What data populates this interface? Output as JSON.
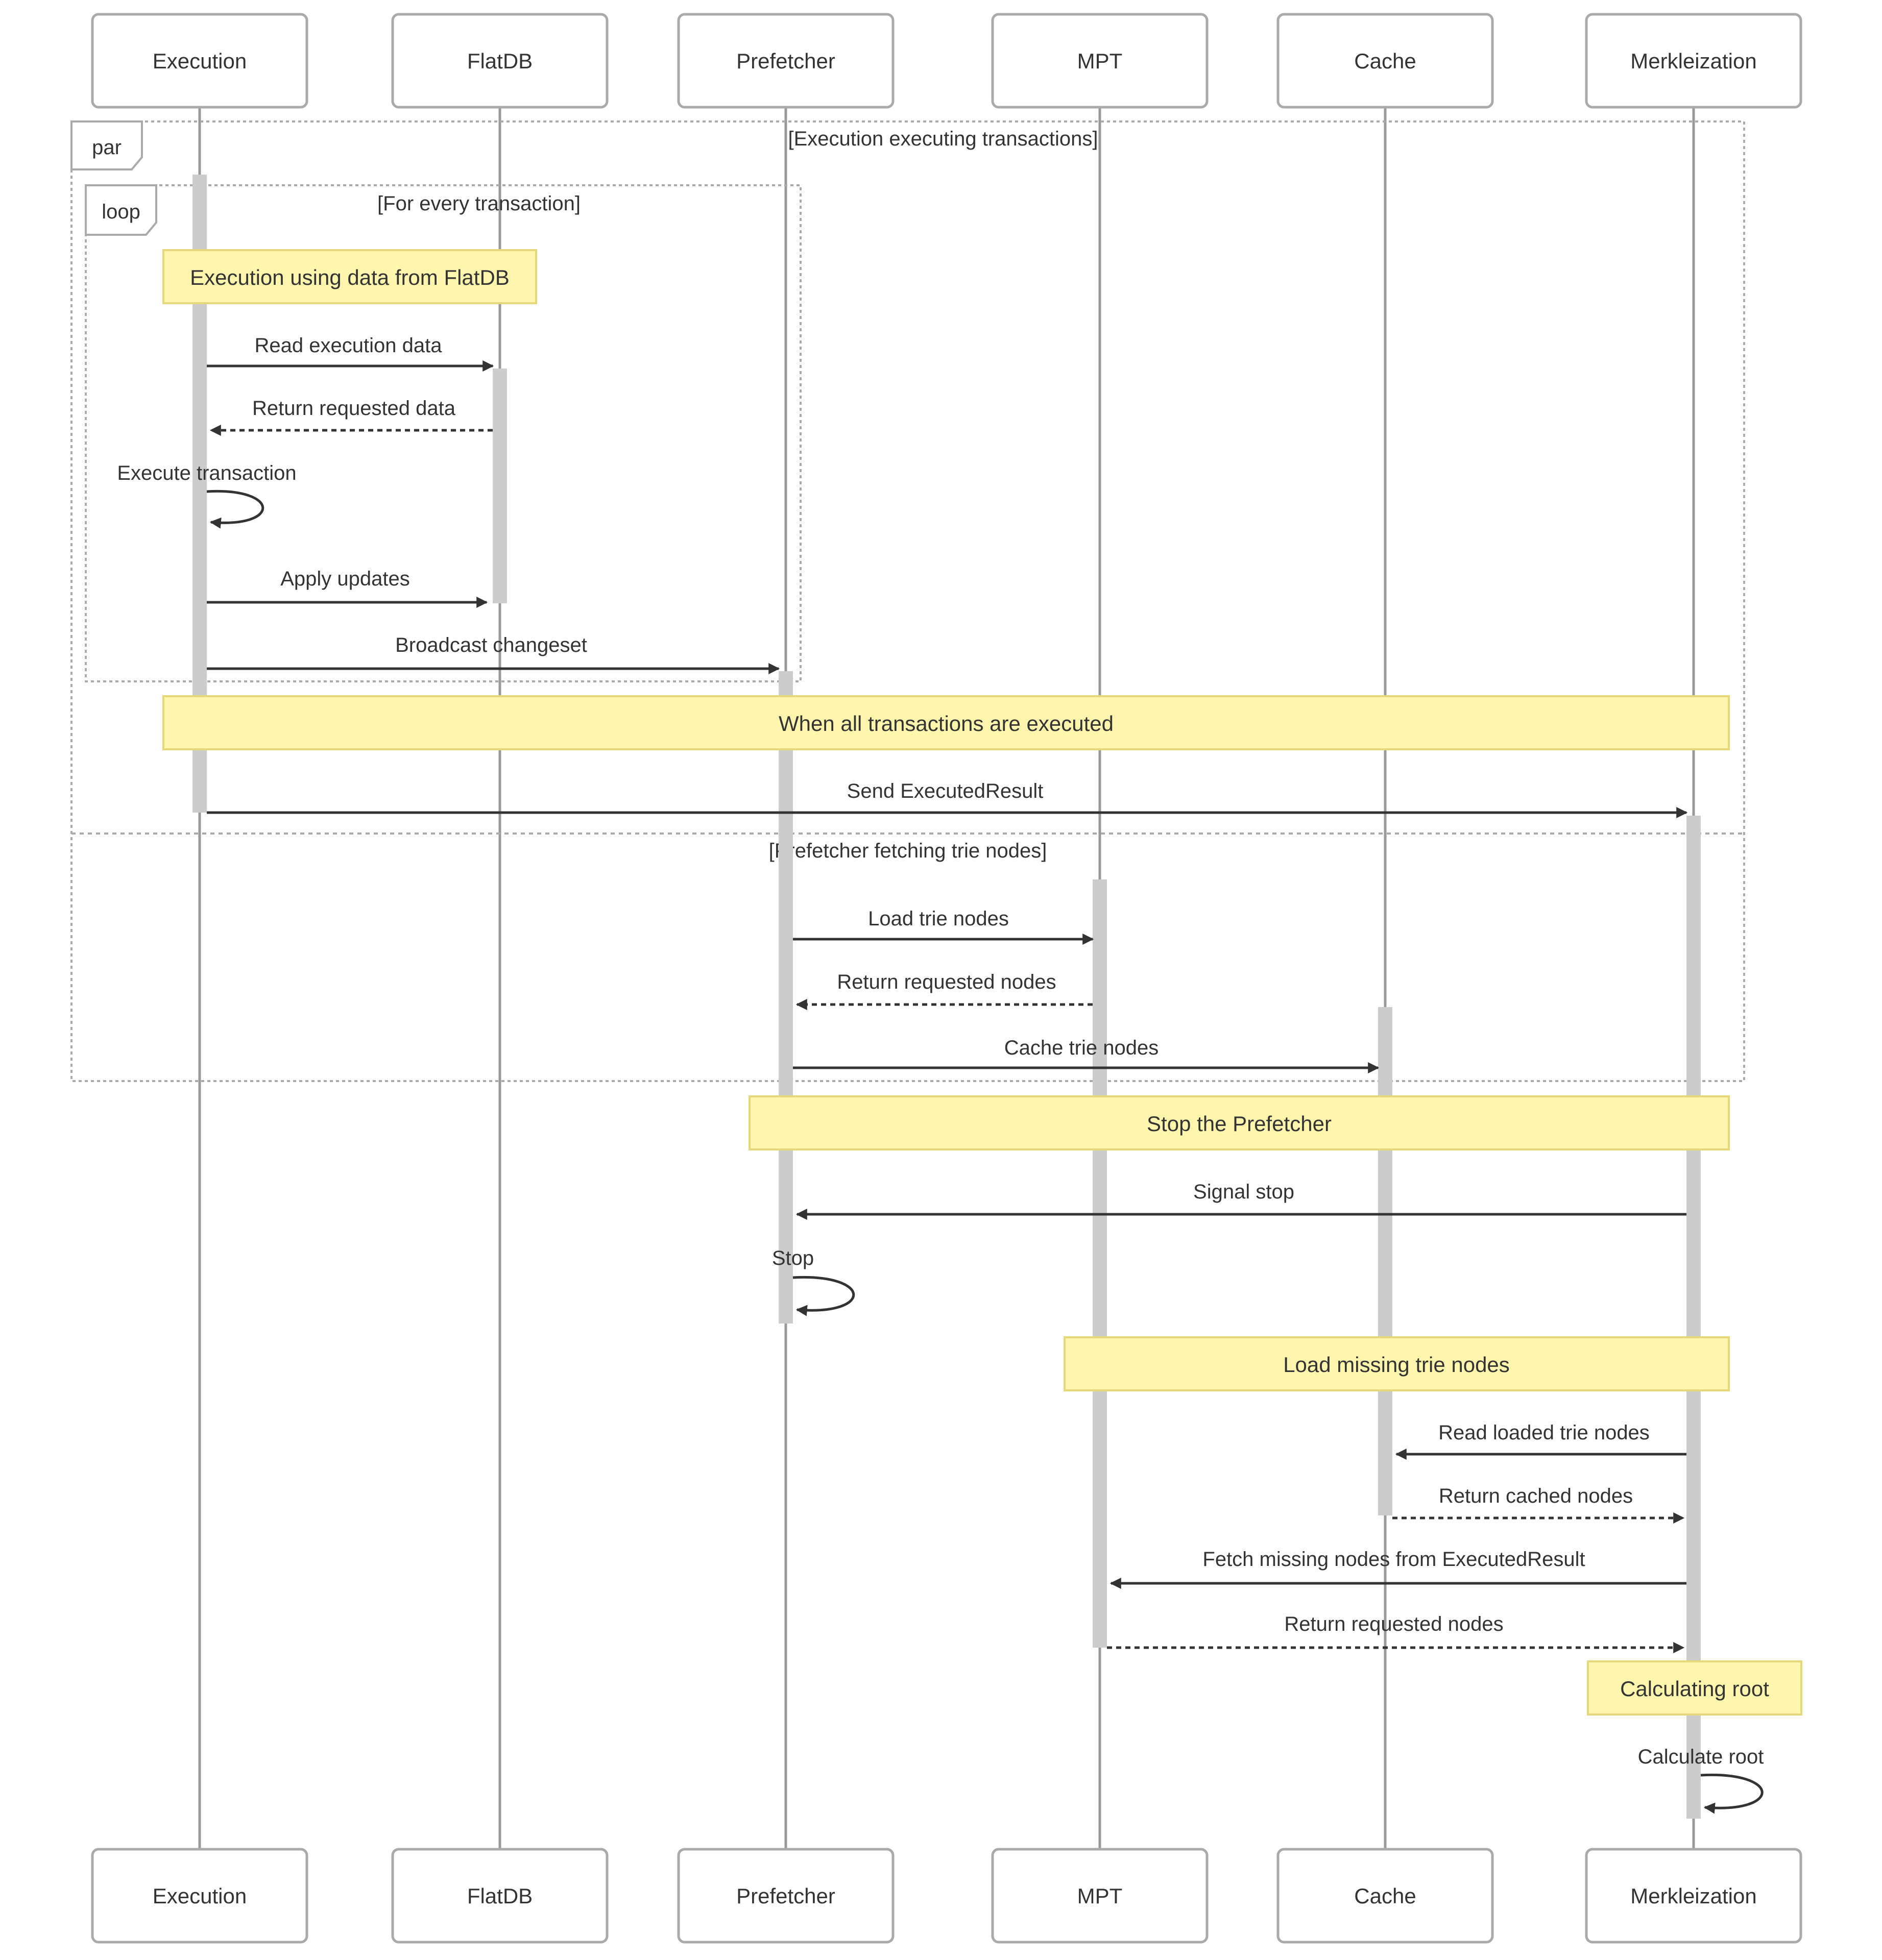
{
  "participants": [
    {
      "id": "exec",
      "label": "Execution"
    },
    {
      "id": "flat",
      "label": "FlatDB"
    },
    {
      "id": "pref",
      "label": "Prefetcher"
    },
    {
      "id": "mpt",
      "label": "MPT"
    },
    {
      "id": "cache",
      "label": "Cache"
    },
    {
      "id": "merk",
      "label": "Merkleization"
    }
  ],
  "fragments": [
    {
      "id": "par",
      "keyword": "par",
      "sections": [
        "[Execution executing transactions]",
        "[Prefetcher fetching trie nodes]"
      ]
    },
    {
      "id": "loop",
      "keyword": "loop",
      "sections": [
        "[For every transaction]"
      ]
    }
  ],
  "notes": [
    {
      "id": "n1",
      "text": "Execution using data from FlatDB"
    },
    {
      "id": "n2",
      "text": "When all transactions are executed"
    },
    {
      "id": "n3",
      "text": "Stop the Prefetcher"
    },
    {
      "id": "n4",
      "text": "Load missing trie nodes"
    },
    {
      "id": "n5",
      "text": "Calculating root"
    }
  ],
  "messages": [
    {
      "from": "exec",
      "to": "flat",
      "text": "Read execution data",
      "style": "solid"
    },
    {
      "from": "flat",
      "to": "exec",
      "text": "Return requested data",
      "style": "dashed"
    },
    {
      "from": "exec",
      "to": "exec",
      "text": "Execute transaction",
      "style": "solid"
    },
    {
      "from": "exec",
      "to": "flat",
      "text": "Apply updates",
      "style": "solid"
    },
    {
      "from": "exec",
      "to": "pref",
      "text": "Broadcast changeset",
      "style": "solid"
    },
    {
      "from": "exec",
      "to": "merk",
      "text": "Send ExecutedResult",
      "style": "solid"
    },
    {
      "from": "pref",
      "to": "mpt",
      "text": "Load trie nodes",
      "style": "solid"
    },
    {
      "from": "mpt",
      "to": "pref",
      "text": "Return requested nodes",
      "style": "dashed"
    },
    {
      "from": "pref",
      "to": "cache",
      "text": "Cache trie nodes",
      "style": "solid"
    },
    {
      "from": "merk",
      "to": "pref",
      "text": "Signal stop",
      "style": "solid"
    },
    {
      "from": "pref",
      "to": "pref",
      "text": "Stop",
      "style": "solid"
    },
    {
      "from": "merk",
      "to": "cache",
      "text": "Read loaded trie nodes",
      "style": "solid"
    },
    {
      "from": "cache",
      "to": "merk",
      "text": "Return cached nodes",
      "style": "dashed"
    },
    {
      "from": "merk",
      "to": "mpt",
      "text": "Fetch missing nodes from ExecutedResult",
      "style": "solid"
    },
    {
      "from": "mpt",
      "to": "merk",
      "text": "Return requested nodes",
      "style": "dashed"
    },
    {
      "from": "merk",
      "to": "merk",
      "text": "Calculate root",
      "style": "solid"
    }
  ],
  "colors": {
    "line": "#333333",
    "lifeline": "#999999",
    "box_stroke": "#aaaaaa",
    "note_fill": "#fff5ad",
    "note_stroke": "#e6d87a",
    "activation": "#cccccc",
    "fragment": "#aaaaaa"
  }
}
